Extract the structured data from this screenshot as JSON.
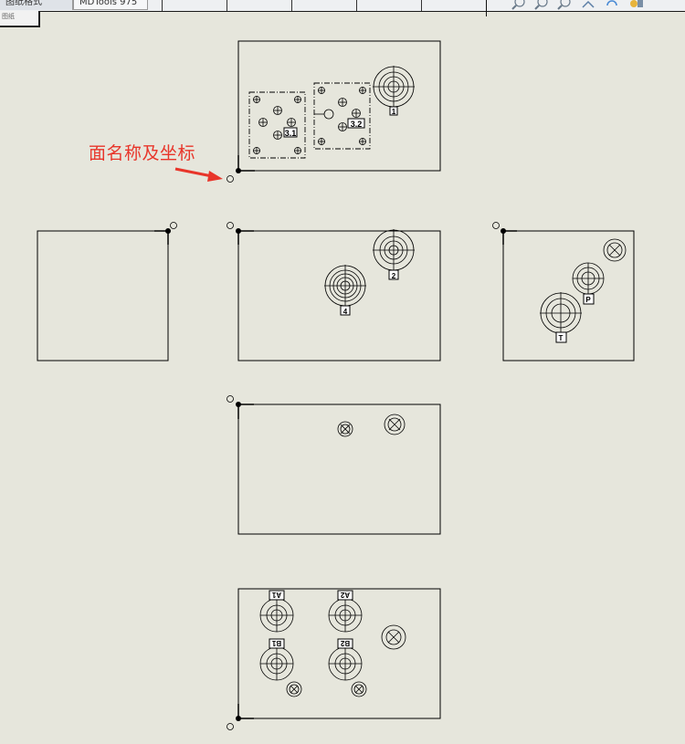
{
  "tabs": [
    {
      "label": "图纸格式"
    },
    {
      "label": "MDTools 975"
    }
  ],
  "sheet_tab": {
    "label": "图纸"
  },
  "toolbar": {
    "icons": [
      "zoom-fit-icon",
      "zoom-area-icon",
      "zoom-in-out-icon",
      "pan-icon",
      "rotate-icon",
      "display-style-icon"
    ]
  },
  "annotation": {
    "text": "面名称及坐标",
    "color": "#e8352a"
  },
  "labels": {
    "top_1": "1",
    "top_3_1": "3.1",
    "top_3_2": "3.2",
    "mid_2": "2",
    "mid_4": "4",
    "right_p": "P",
    "right_t": "T",
    "bot_a1": "A1",
    "bot_a2": "A2",
    "bot_b1": "B1",
    "bot_b2": "B2"
  }
}
